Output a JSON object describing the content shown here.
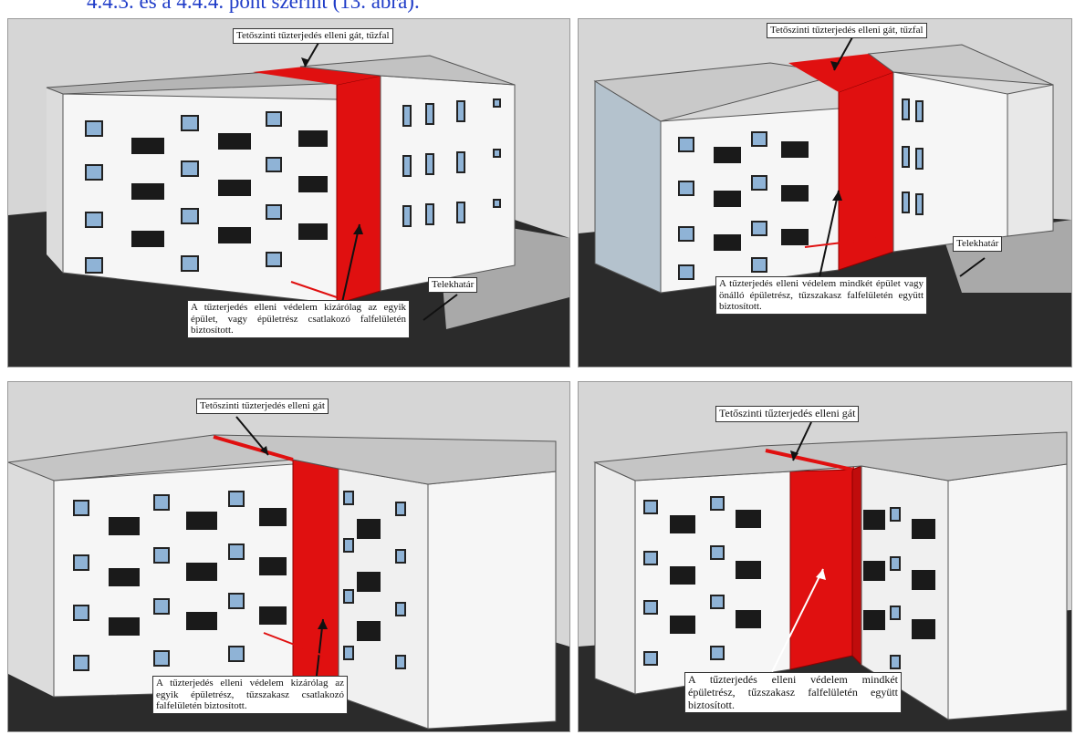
{
  "top_caption": "4.4.3. és a 4.4.4. pont szerint (13. ábra).",
  "panels": [
    {
      "roof_label": "Tetőszinti tűzterjedés elleni gát, tűzfal",
      "boundary_label": "Telekhatár",
      "note": "A tűzterjedés elleni védelem kizárólag az egyik épület, vagy épületrész csatlakozó falfelületén biztosított."
    },
    {
      "roof_label": "Tetőszinti tűzterjedés elleni gát, tűzfal",
      "boundary_label": "Telekhatár",
      "note": "A tűzterjedés elleni védelem mindkét épület vagy önálló épületrész, tűzszakasz falfelületén együtt biztosított."
    },
    {
      "roof_label": "Tetőszinti tűzterjedés elleni gát",
      "note": "A tűzterjedés elleni védelem kizárólag az egyik épületrész, tűzszakasz csatlakozó falfelületén biztosított."
    },
    {
      "roof_label": "Tetőszinti tűzterjedés elleni gát",
      "note": "A tűzterjedés elleni védelem mindkét épületrész, tűzszakasz falfelületén együtt biztosított."
    }
  ],
  "colors": {
    "fire_wall": "#e01010",
    "ground": "#2b2b2b",
    "wall": "#f6f6f6",
    "caption_blue": "#1f3cc8"
  }
}
